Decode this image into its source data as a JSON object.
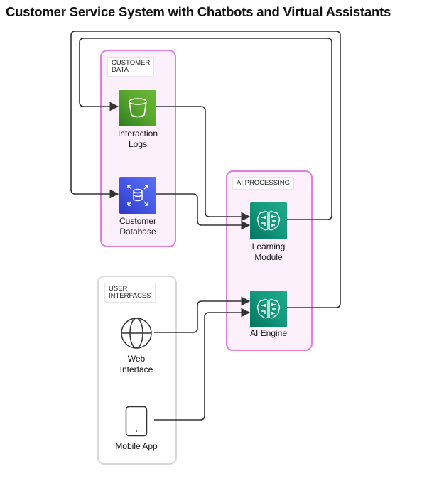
{
  "title": "Customer Service System with Chatbots and Virtual Assistants",
  "groups": {
    "customer_data": "CUSTOMER\nDATA",
    "ai_processing": "AI PROCESSING",
    "user_interfaces": "USER\nINTERFACES"
  },
  "nodes": {
    "interaction_logs": {
      "label": "Interaction\nLogs",
      "icon": "s3-bucket-icon"
    },
    "customer_database": {
      "label": "Customer\nDatabase",
      "icon": "database-icon"
    },
    "learning_module": {
      "label": "Learning\nModule",
      "icon": "brain-circuit-icon"
    },
    "ai_engine": {
      "label": "AI Engine",
      "icon": "brain-circuit-icon"
    },
    "web_interface": {
      "label": "Web\nInterface",
      "icon": "globe-icon"
    },
    "mobile_app": {
      "label": "Mobile App",
      "icon": "mobile-phone-icon"
    }
  },
  "edges": [
    {
      "from": "Interaction Logs",
      "to": "Learning Module"
    },
    {
      "from": "Customer Database",
      "to": "Learning Module"
    },
    {
      "from": "Web Interface",
      "to": "AI Engine"
    },
    {
      "from": "Mobile App",
      "to": "AI Engine"
    },
    {
      "from": "Learning Module",
      "to": "Interaction Logs"
    },
    {
      "from": "AI Engine",
      "to": "Customer Database"
    }
  ],
  "colors": {
    "pink_border": "#e07fe0",
    "edge": "#333333"
  }
}
